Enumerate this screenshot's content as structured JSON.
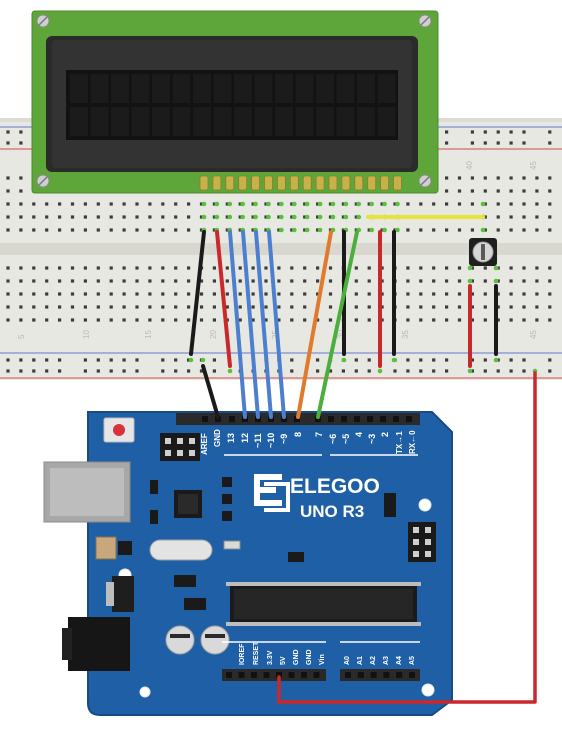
{
  "colors": {
    "breadboard": "#e8e8e2",
    "lcd_pcb": "#5fa63a",
    "lcd_bezel": "#2b2b2b",
    "lcd_screen": "#121212",
    "arduino_pcb": "#1f5fa6",
    "header": "#2a2a2a",
    "wire_blue": "#4d7fcf",
    "wire_red": "#c9282c",
    "wire_black": "#1a1a1a",
    "wire_orange": "#e07a2c",
    "wire_green": "#4cae3c",
    "wire_yellow": "#e8e23a",
    "rail_red": "#d86a6a",
    "rail_blue": "#7b8fd6"
  },
  "breadboard": {
    "row_numbers": [
      "5",
      "10",
      "15",
      "20",
      "25",
      "30",
      "35",
      "40",
      "45"
    ]
  },
  "arduino": {
    "brand": "ELEGOO",
    "model": "UNO R3",
    "top_pins": [
      "AREF",
      "GND",
      "13",
      "12",
      "~11",
      "~10",
      "~9",
      "8",
      "7",
      "~6",
      "~5",
      "4",
      "~3",
      "2",
      "TX→1",
      "RX←0"
    ],
    "power_pins": [
      "IOREF",
      "RESET",
      "3.3V",
      "5V",
      "GND",
      "GND",
      "Vin"
    ],
    "analog_pins": [
      "A0",
      "A1",
      "A2",
      "A3",
      "A4",
      "A5"
    ]
  }
}
